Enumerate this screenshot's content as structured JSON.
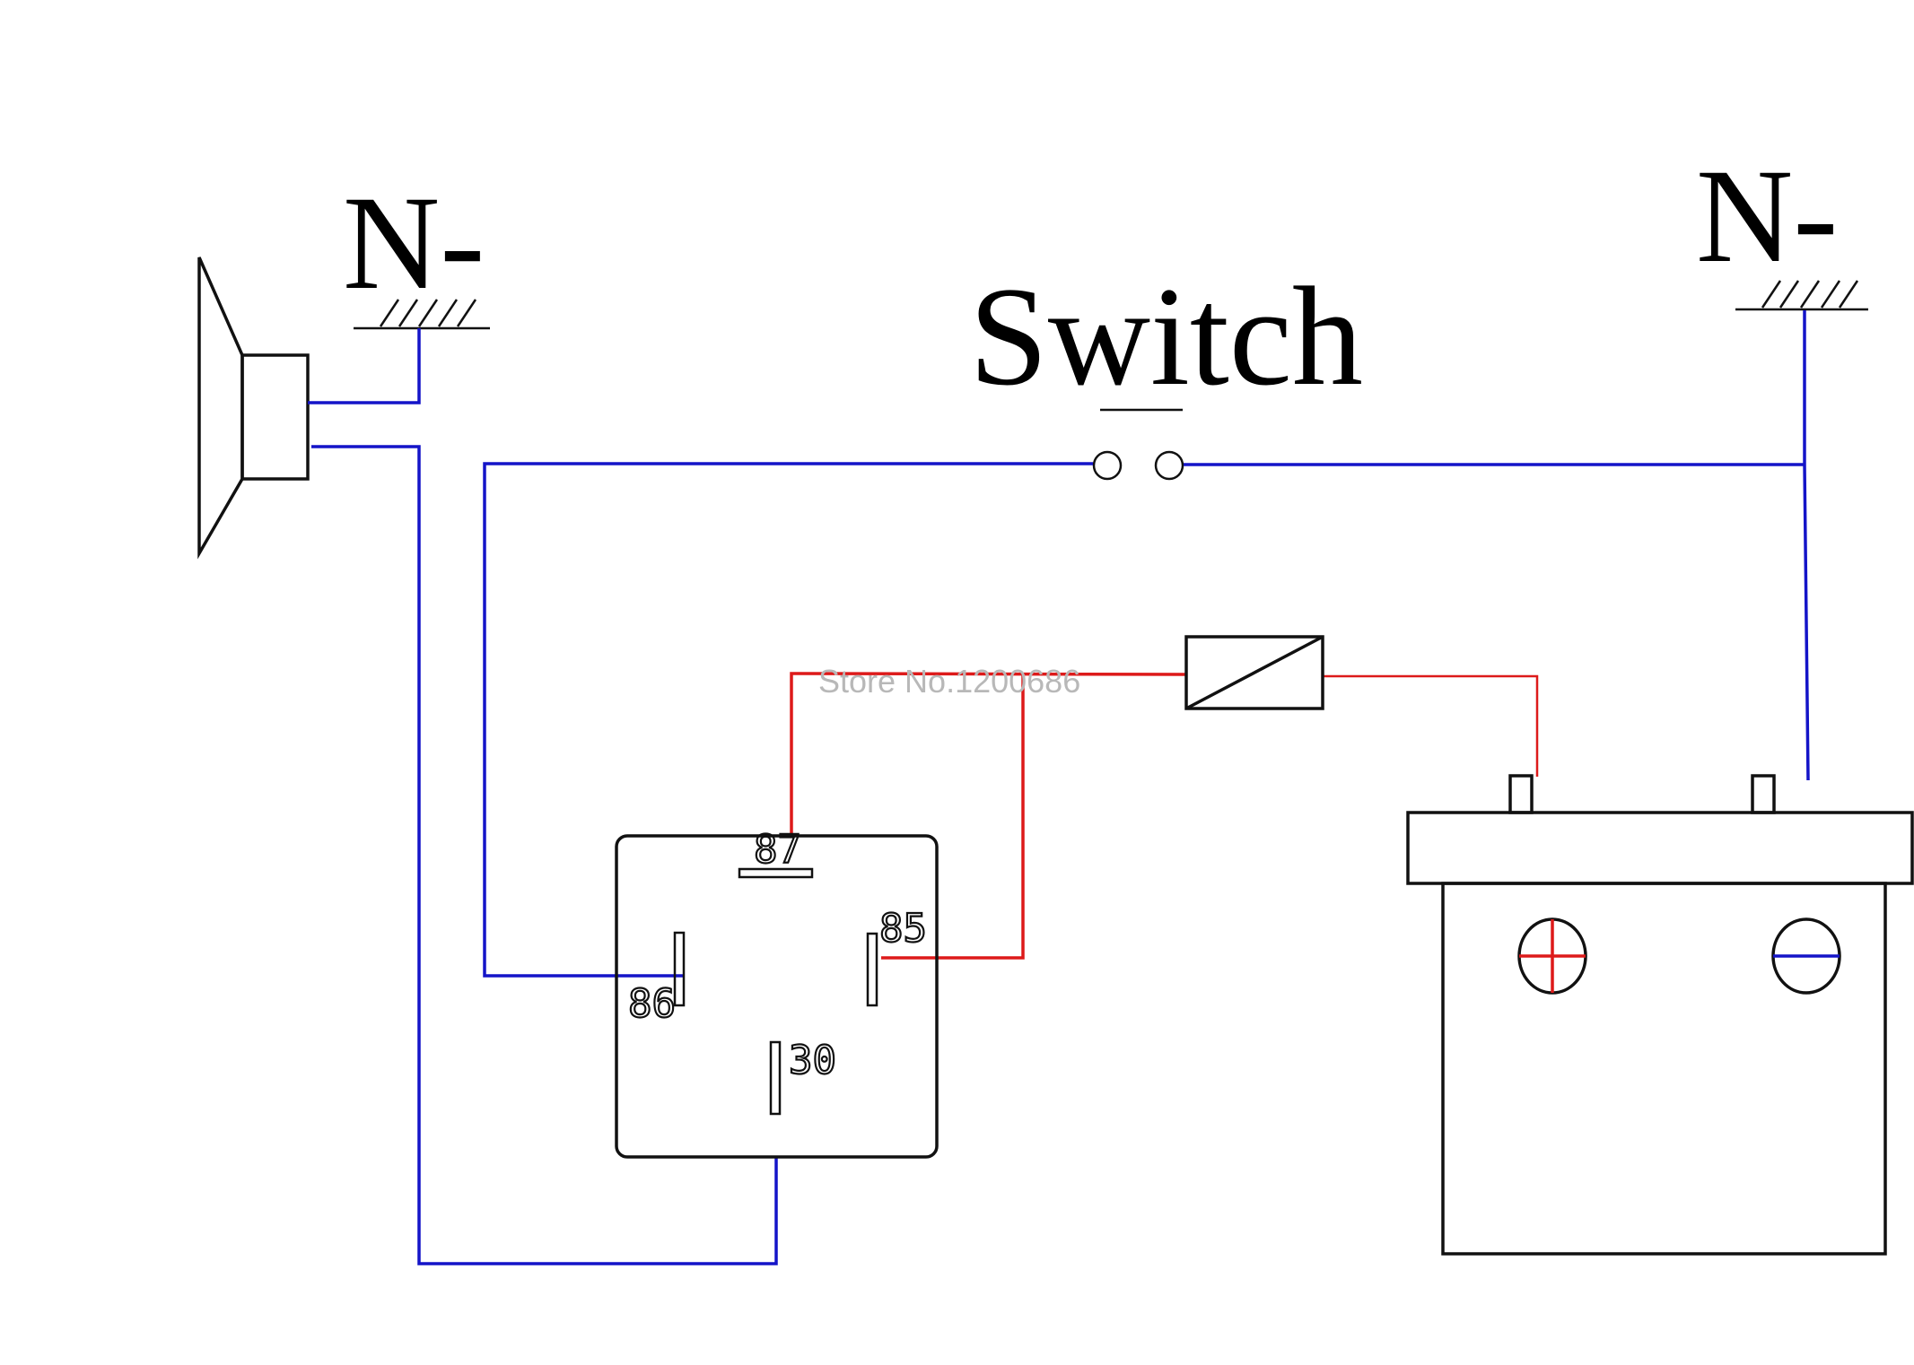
{
  "diagram": {
    "title": "Horn relay wiring diagram",
    "labels": {
      "ground_left": "N-",
      "ground_right": "N-",
      "switch": "Switch",
      "watermark": "Store No.1200686"
    },
    "relay": {
      "pins": [
        {
          "id": "87",
          "label": "87"
        },
        {
          "id": "85",
          "label": "85"
        },
        {
          "id": "86",
          "label": "86"
        },
        {
          "id": "30",
          "label": "30"
        }
      ]
    },
    "components": [
      "horn",
      "ground-left",
      "ground-right",
      "switch",
      "fuse",
      "relay",
      "battery"
    ],
    "wires": [
      {
        "color": "blue",
        "from": "horn",
        "to": "ground-left"
      },
      {
        "color": "blue",
        "from": "horn",
        "to": "relay-pin-30"
      },
      {
        "color": "blue",
        "from": "relay-pin-86",
        "to": "switch"
      },
      {
        "color": "blue",
        "from": "switch",
        "to": "ground-right"
      },
      {
        "color": "blue",
        "from": "ground-right",
        "to": "battery-negative"
      },
      {
        "color": "red",
        "from": "battery-positive",
        "to": "fuse"
      },
      {
        "color": "red",
        "from": "fuse",
        "to": "relay-pin-87"
      },
      {
        "color": "red",
        "from": "fuse",
        "to": "relay-pin-85"
      }
    ],
    "colors": {
      "blue_wire": "#1414c8",
      "red_wire": "#dd1a1a",
      "outline": "#111111",
      "watermark": "#b8b8b8"
    },
    "battery": {
      "positive_symbol": "+",
      "negative_symbol": "-"
    }
  }
}
